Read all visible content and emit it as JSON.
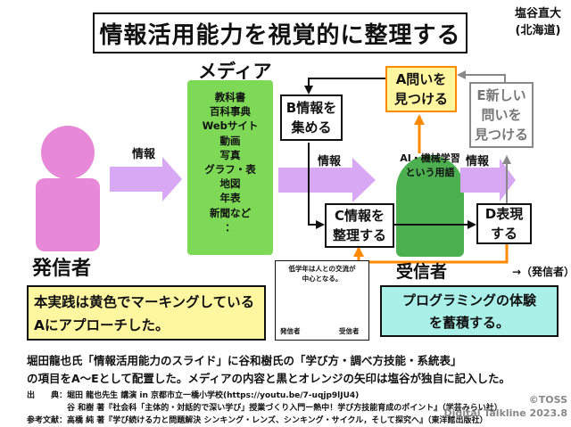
{
  "title": "情報活用能力を視覚的に整理する",
  "author": [
    "塩谷直大",
    "(北海道)"
  ],
  "media": {
    "label": "メディア",
    "items": [
      "教科書",
      "百科事典",
      "Webサイト",
      "動画",
      "写真",
      "グラフ・表",
      "地図",
      "年表",
      "新聞など",
      "："
    ]
  },
  "sender_label": "発信者",
  "receiver_label": "受信者",
  "receiver_sub": "→（発信者）",
  "info_label_1": "情報",
  "info_label_2": "情報",
  "info_label_3": "情報",
  "boxes": {
    "a": [
      "A問いを",
      "見つける"
    ],
    "b": [
      "B情報を",
      "集める"
    ],
    "c": [
      "C情報を",
      "整理する"
    ],
    "d": [
      "D表現",
      "する"
    ],
    "e": [
      "E新しい",
      "問いを",
      "見つける"
    ]
  },
  "ai_label": [
    "AI・機械学習",
    "という用語"
  ],
  "note_yellow": [
    "本実践は黄色でマーキングしている",
    "Aにアプローチした。"
  ],
  "note_teal": [
    "プログラミングの体験",
    "を蓄積する。"
  ],
  "mini": {
    "note": [
      "低学年は人との交流が",
      "中心となる。"
    ],
    "sender": "発信者",
    "receiver": "受信者"
  },
  "bottom_text": [
    "堀田龍也氏「情報活用能力のスライド」に谷和樹氏の「学び方・調べ方技能・系統表」",
    "の項目をA〜Eとして配置した。メディアの内容と黒とオレンジの矢印は塩谷が独自に記入した。"
  ],
  "refs": [
    "出　　典：堀田 龍也先生 講演 in 京都市立一橋小学校(https://youtu.be/7-uqjp9lJU4)",
    "　　　　　谷 和樹 著『社会科「主体的・対話的で深い学び」授業づくり入門ー熱中！学び方技能育成のポイント』（学芸みらい社）",
    "参考文献：高橋 純 著『学び続ける力と問題解決 シンキング・レンズ、シンキング・サイクル，そして探究へ』（東洋館出版社）"
  ],
  "copyright": [
    "©TOSS",
    "Digital Talkline 2023.8"
  ],
  "colors": {
    "media_green": "#7ed957",
    "receiver_green": "#4caf50",
    "sender_pink": "#e888d8",
    "arrow_purple": "#d9a8f5",
    "highlight_yellow": "#fff7a0",
    "orange": "#ff8a00",
    "teal": "#a8f0e8"
  }
}
